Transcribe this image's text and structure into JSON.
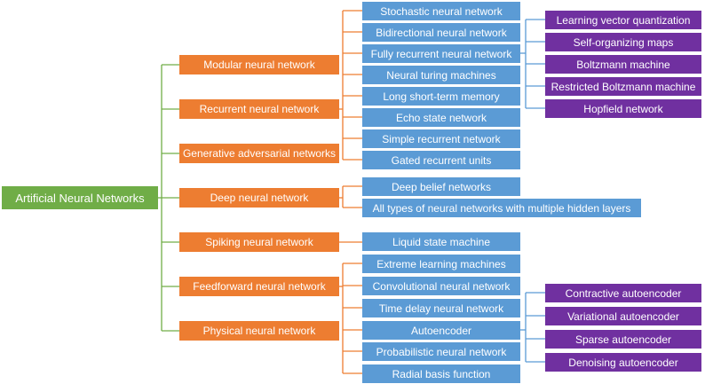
{
  "root": {
    "label": "Artificial Neural Networks"
  },
  "categories": [
    "Modular neural network",
    "Recurrent neural network",
    "Generative adversarial networks",
    "Deep neural network",
    "Spiking  neural network",
    "Feedforward neural network",
    "Physical  neural network"
  ],
  "recurrent_types": [
    "Stochastic neural network",
    "Bidirectional  neural network",
    "Fully recurrent neural network",
    "Neural turing machines",
    "Long short-term memory",
    "Echo state network",
    "Simple recurrent network",
    "Gated recurrent units"
  ],
  "fully_recurrent_types": [
    "Learning vector quantization",
    "Self-organizing maps",
    "Boltzmann machine",
    "Restricted Boltzmann machine",
    "Hopfield network"
  ],
  "deep_types": [
    "Deep belief networks",
    "All types of neural networks with multiple hidden layers"
  ],
  "spiking_types": [
    "Liquid state machine"
  ],
  "feedforward_types": [
    "Extreme learning machines",
    "Convolutional neural network",
    "Time delay neural network",
    "Autoencoder",
    "Probabilistic neural network",
    "Radial basis function"
  ],
  "autoencoder_types": [
    "Contractive  autoencoder",
    "Variational  autoencoder",
    "Sparse autoencoder",
    "Denoising autoencoder"
  ],
  "colors": {
    "root": "#70ad47",
    "category": "#ed7d31",
    "subtype": "#5b9bd5",
    "leaf": "#7030a0"
  }
}
